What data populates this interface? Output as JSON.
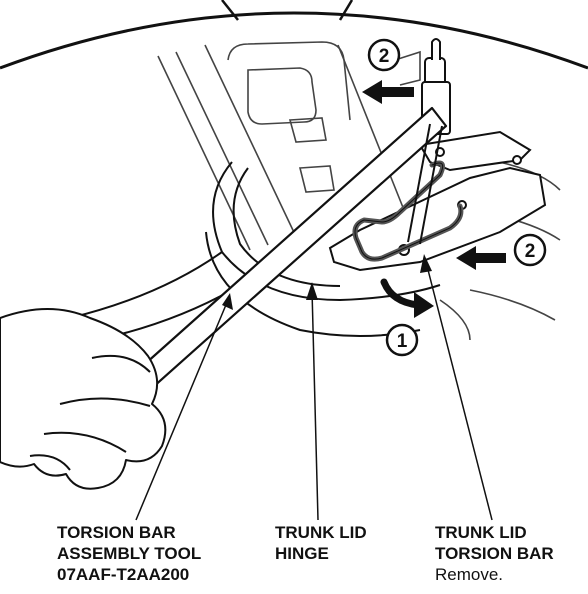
{
  "callouts": {
    "step_1": "1",
    "step_2_top": "2",
    "step_2_right": "2"
  },
  "labels": {
    "tool": {
      "line1": "TORSION BAR",
      "line2": "ASSEMBLY TOOL",
      "line3": "07AAF-T2AA200"
    },
    "hinge": {
      "line1": "TRUNK LID",
      "line2": "HINGE"
    },
    "torsion_bar": {
      "line1": "TRUNK LID",
      "line2": "TORSION BAR",
      "line3": "Remove."
    }
  },
  "colors": {
    "ink": "#111111",
    "torsion_bar_part": "#555555",
    "background": "#ffffff"
  }
}
